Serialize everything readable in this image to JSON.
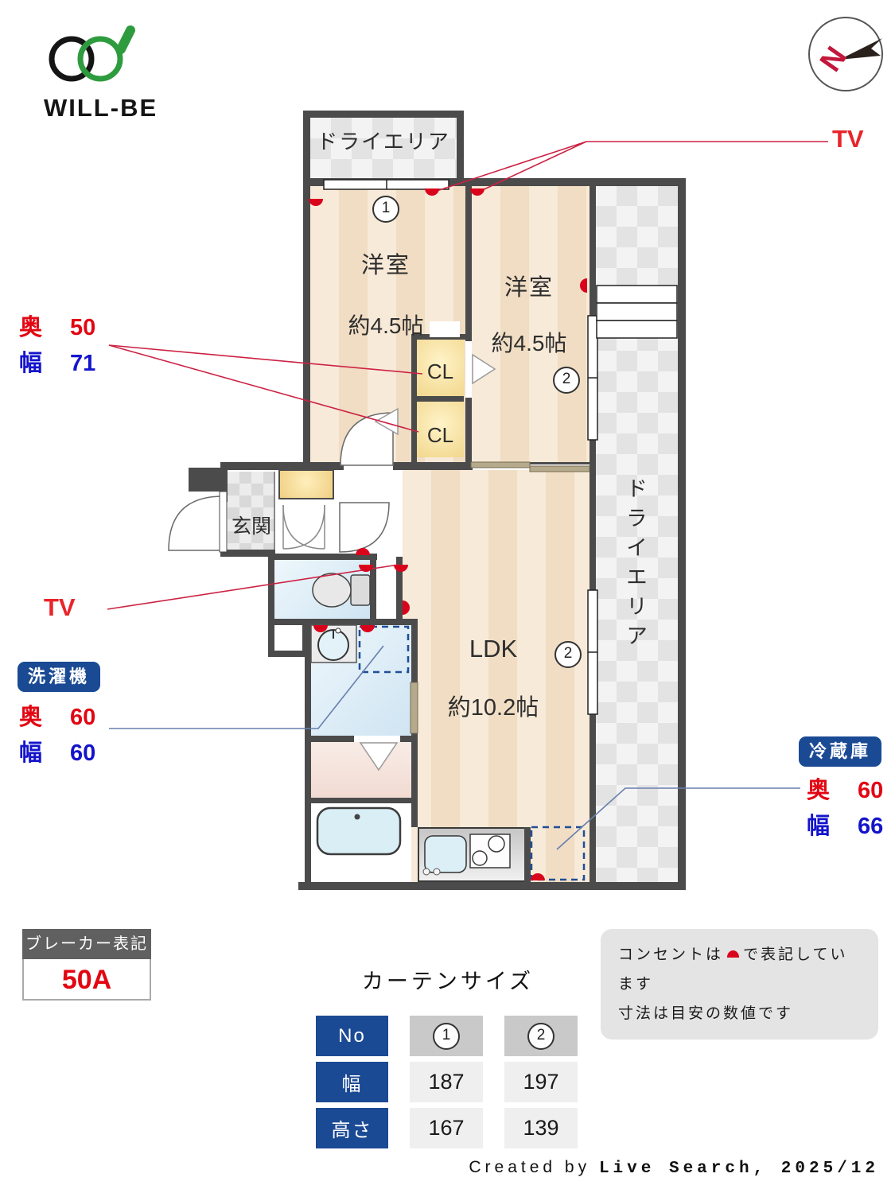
{
  "colors": {
    "wall": "#4b4b4b",
    "accent_red": "#e20613",
    "accent_blue": "#1414cc",
    "badge_blue": "#1b4a94",
    "line_red": "#cc2244",
    "line_blue": "#667fae",
    "outlet_red": "#d9041c"
  },
  "logo": {
    "brand": "WILL-BE"
  },
  "compass": {
    "label": "N"
  },
  "plan": {
    "dry_area_top": "ドライエリア",
    "dry_area_right": "ドライエリア",
    "bedroom1": {
      "name": "洋室",
      "size": "約4.5帖",
      "curtain_no": "1"
    },
    "bedroom2": {
      "name": "洋室",
      "size": "約4.5帖",
      "curtain_no": "2"
    },
    "ldk": {
      "name": "LDK",
      "size": "約10.2帖",
      "curtain_no": "2"
    },
    "entrance": "玄関",
    "closet_upper": "CL",
    "closet_lower": "CL"
  },
  "annotations": {
    "tv_top": "TV",
    "tv_left": "TV",
    "closet": {
      "depth_label": "奥",
      "depth": "50",
      "width_label": "幅",
      "width": "71"
    },
    "washer": {
      "title": "洗濯機",
      "depth_label": "奥",
      "depth": "60",
      "width_label": "幅",
      "width": "60"
    },
    "fridge": {
      "title": "冷蔵庫",
      "depth_label": "奥",
      "depth": "60",
      "width_label": "幅",
      "width": "66"
    }
  },
  "breaker": {
    "title": "ブレーカー表記",
    "value": "50A"
  },
  "curtain_table": {
    "title": "カーテンサイズ",
    "row_headers": [
      "No",
      "幅",
      "高さ"
    ],
    "columns": [
      {
        "no": "1",
        "width": "187",
        "height": "167"
      },
      {
        "no": "2",
        "width": "197",
        "height": "139"
      }
    ]
  },
  "notes": {
    "line1_pre": "コンセントは",
    "line1_post": "で表記しています",
    "line2": "寸法は目安の数値です"
  },
  "credit": {
    "prefix": "Created by",
    "brand": "Live Search",
    "suffix": ", 2025/12"
  }
}
